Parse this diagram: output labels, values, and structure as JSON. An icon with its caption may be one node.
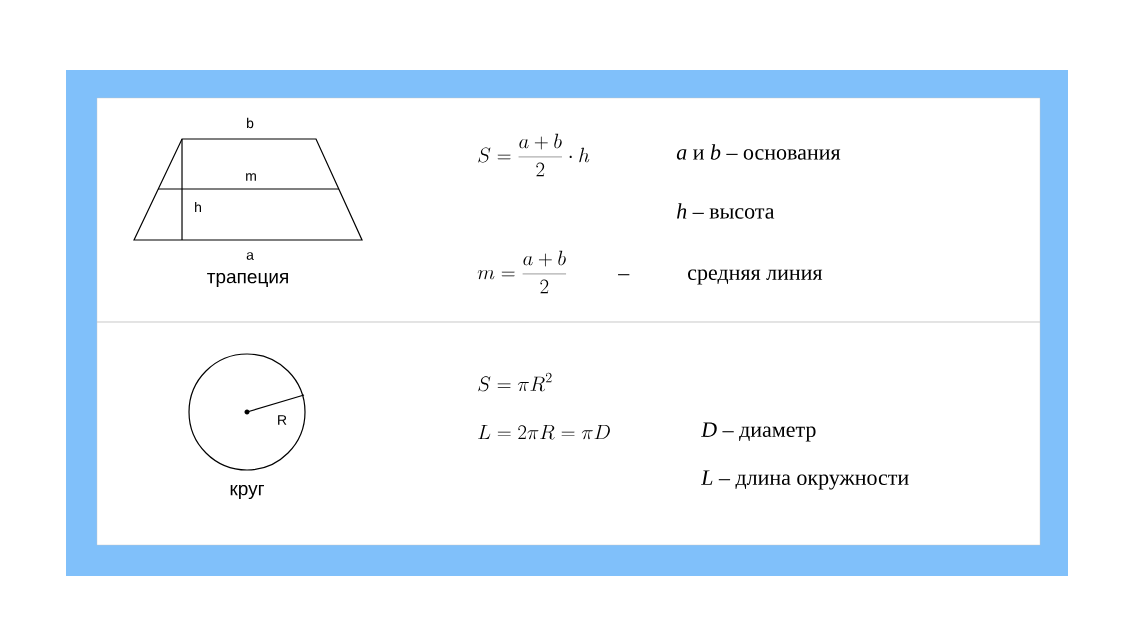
{
  "diagram": {
    "nodes": [
      {
        "text": [
          "трапеция"
        ]
      },
      {
        "text": [
          "круг"
        ]
      }
    ],
    "labels": [
      "b",
      "m",
      "h",
      "a",
      "S = \\frac{a+b}{2}\\cdot h",
      "*a* и *b* – основания",
      "*h* – высота",
      "m = \\frac{a+b}{2}",
      "–",
      "средняя линия",
      "R",
      "S = \\pi R^{2}",
      "L = 2\\pi R = \\pi D",
      "*D* – диаметр",
      "*L* – длина окружности"
    ]
  }
}
